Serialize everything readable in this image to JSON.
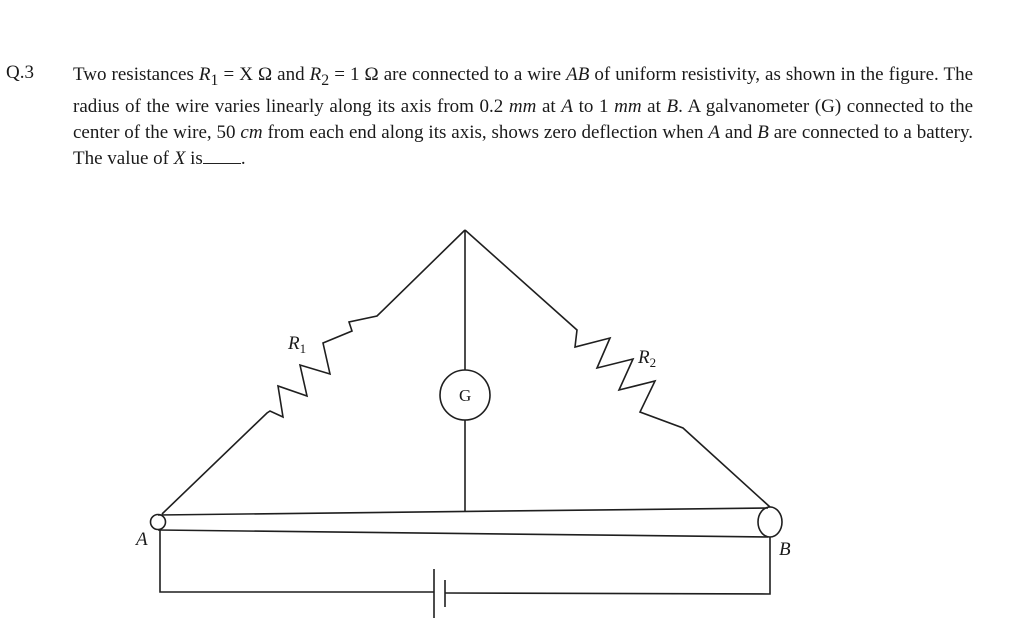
{
  "question": {
    "number": "Q.3",
    "line1_a": "Two resistances ",
    "r1_sym": "R",
    "r1_sub": "1",
    "eq1": " = X Ω and ",
    "r2_sym": "R",
    "r2_sub": "2",
    "eq2": " = 1 Ω  are connected to a wire ",
    "wire_name": "AB",
    "line1_b": " of uniform resistivity, as shown in the figure. The radius of the wire varies linearly along its axis from 0.2 ",
    "unit_mm": "mm",
    "at_a": " at ",
    "point_a": "A",
    "to": " to 1 ",
    "at_b": " at ",
    "point_b": "B",
    "line3": ". A galvanometer (G) connected to the center of the wire, 50 ",
    "unit_cm": "cm",
    "line3_b": " from each end along its axis, shows zero deflection when ",
    "and": " and ",
    "line4": " are connected to a battery. The value of ",
    "var_x": "X",
    "is": " is",
    "end": "."
  },
  "figure": {
    "label_r1": "R",
    "label_r1_sub": "1",
    "label_r2": "R",
    "label_r2_sub": "2",
    "label_g": "G",
    "label_a": "A",
    "label_b": "B",
    "stroke_color": "#1f1f1f"
  }
}
